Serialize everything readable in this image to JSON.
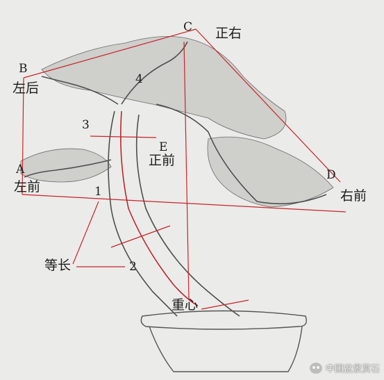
{
  "labels": {
    "point_a": "A",
    "point_b": "B",
    "point_c": "C",
    "point_d": "D",
    "point_e": "E",
    "zuo_hou": "左后",
    "zheng_you": "正右",
    "zheng_qian": "正前",
    "zuo_qian": "左前",
    "you_qian": "右前",
    "deng_chang": "等长",
    "zhong_xin": "重心",
    "num_1": "1",
    "num_2": "2",
    "num_3": "3",
    "num_4": "4"
  },
  "watermark": {
    "icon": "wechat-icon",
    "text": "中国盆景赏石"
  },
  "colors": {
    "paper": "#ebebe9",
    "guide_line": "#c8232a",
    "pencil": "#5a5a5a",
    "text": "#1c1c1c"
  }
}
